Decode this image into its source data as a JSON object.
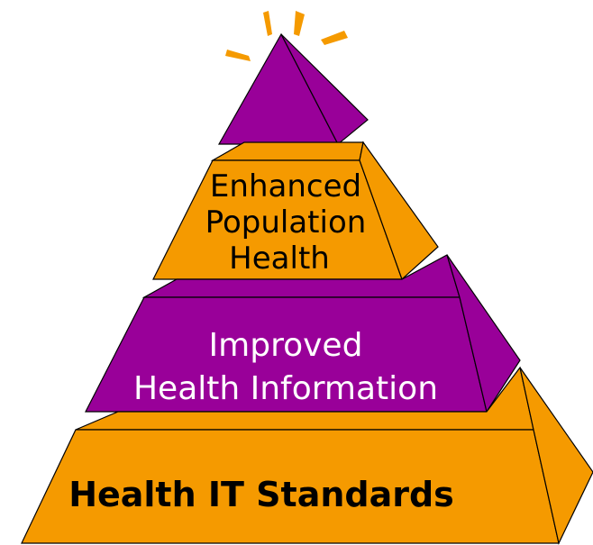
{
  "diagram": {
    "type": "pyramid",
    "tiers": [
      {
        "label_lines": [
          "Enhanced",
          "Population",
          "Health"
        ]
      },
      {
        "label_lines": [
          "Improved",
          "Health Information"
        ]
      },
      {
        "label_lines": [
          "Health IT Standards"
        ]
      }
    ],
    "colors": {
      "orange": "#f59a00",
      "purple": "#990099",
      "outline": "#000000",
      "text_dark": "#000000",
      "text_light": "#ffffff",
      "spark": "#f59a00"
    }
  }
}
